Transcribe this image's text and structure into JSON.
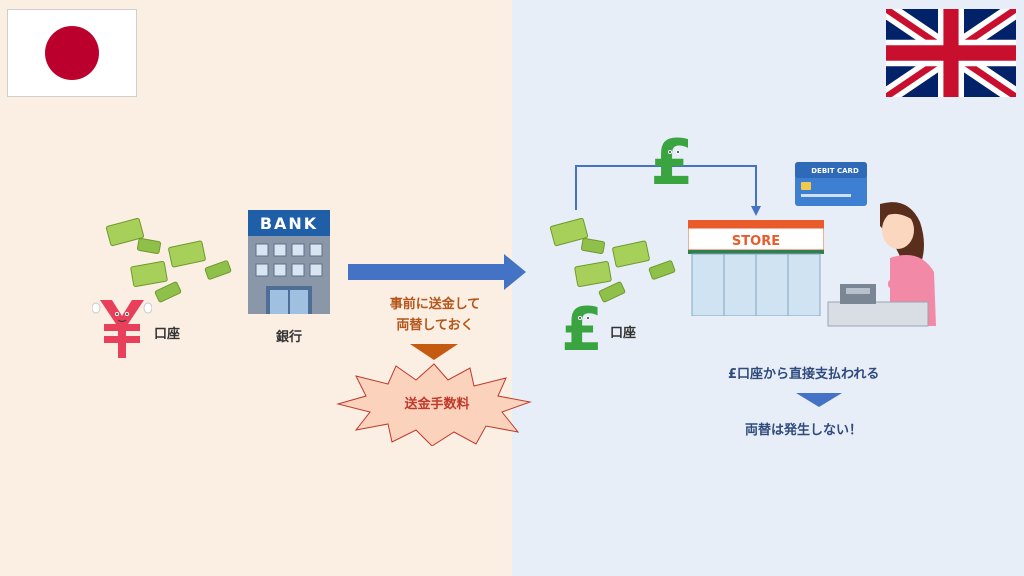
{
  "left": {
    "account_label": "口座",
    "bank_label": "銀行",
    "bank_sign": "BANK",
    "transfer_note_line1": "事前に送金して",
    "transfer_note_line2": "両替しておく",
    "fee_label": "送金手数料"
  },
  "right": {
    "account_label": "口座",
    "store_sign": "STORE",
    "card_label": "DEBIT CARD",
    "direct_payment_note": "£口座から直接支払われる",
    "no_exchange_note": "両替は発生しない！"
  },
  "colors": {
    "left_bg": "#fbeee3",
    "right_bg": "#e7eef8",
    "arrow_blue": "#4472c4",
    "orange_text": "#b4551a",
    "blue_text": "#2f4a7c",
    "yen_red": "#e8405a",
    "pound_green": "#3aa540",
    "japan_red": "#bc002d"
  },
  "icons": {
    "japan_flag": "japan-flag-icon",
    "uk_flag": "uk-flag-icon",
    "yen": "yen-character-icon",
    "pound": "pound-character-icon",
    "bank": "bank-building-icon",
    "store": "store-building-icon",
    "card": "debit-card-icon",
    "cashier": "cashier-woman-icon"
  }
}
